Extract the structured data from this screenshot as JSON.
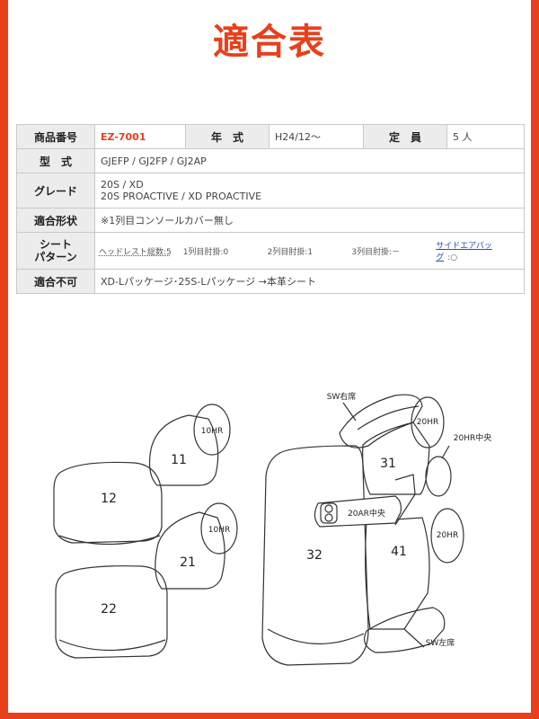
{
  "title": "適合表",
  "spec": {
    "product_no_label": "商品番号",
    "product_no": "EZ-7001",
    "year_label": "年　式",
    "year": "H24/12〜",
    "capacity_label": "定　員",
    "capacity": "5 人",
    "model_label": "型　式",
    "model": "GJEFP / GJ2FP / GJ2AP",
    "grade_label": "グレード",
    "grade_line1": "20S / XD",
    "grade_line2": "20S PROACTIVE / XD PROACTIVE",
    "fit_label": "適合形状",
    "fit": "※1列目コンソールカバー無し",
    "pattern_label_1": "シート",
    "pattern_label_2": "パターン",
    "pattern": {
      "headrest": "ヘッドレスト総数:5",
      "row1": "1列目肘掛:0",
      "row2": "2列目肘掛:1",
      "row3": "3列目肘掛:－",
      "airbag_link": "サイドエアバッグ",
      "airbag_value": ":○"
    },
    "nofit_label": "適合不可",
    "nofit": "XD-Lパッケージ･25S-Lパッケージ →本革シート"
  },
  "diagram": {
    "front": {
      "p11": "11",
      "p12": "12",
      "p21": "21",
      "p22": "22",
      "hr1": "10HR",
      "hr2": "10HR"
    },
    "rear": {
      "p31": "31",
      "p32": "32",
      "p41": "41",
      "hr1": "20HR",
      "hr2": "20HR",
      "hr_center": "20HR中央",
      "ar_center": "20AR中央",
      "sw_right": "SW右席",
      "sw_left": "SW左席"
    }
  }
}
